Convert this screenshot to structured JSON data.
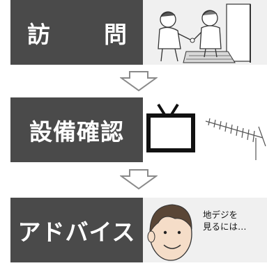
{
  "steps": [
    {
      "id": "visit",
      "label_parts": [
        "訪",
        "問"
      ],
      "illustration": "visit-illustration"
    },
    {
      "id": "equipment-check",
      "label": "設備確認",
      "illustration": "tv-antenna-illustration"
    },
    {
      "id": "advice",
      "label": "アドバイス",
      "illustration": "person-face-illustration",
      "speech_lines": [
        "地デジを",
        "見るには…"
      ]
    }
  ],
  "colors": {
    "label_bg": "#4a4a4a",
    "label_text": "#ffffff",
    "picture_bg": "#f0f0f0",
    "arrow": "#8a8a8a"
  }
}
